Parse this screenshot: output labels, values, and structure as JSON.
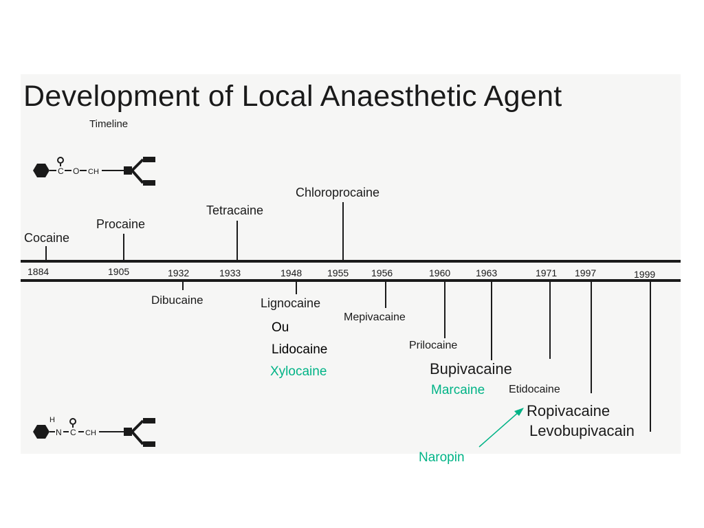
{
  "title": "Development of Local Anaesthetic Agent",
  "subtitle": "Timeline",
  "years": [
    "1884",
    "1905",
    "1932",
    "1933",
    "1948",
    "1955",
    "1956",
    "1960",
    "1963",
    "1971",
    "1997",
    "1999"
  ],
  "above_agents": {
    "cocaine": "Cocaine",
    "procaine": "Procaine",
    "tetracaine": "Tetracaine",
    "chloroprocaine": "Chloroprocaine"
  },
  "below_agents": {
    "dibucaine": "Dibucaine",
    "lignocaine": "Lignocaine",
    "mepivacaine": "Mepivacaine",
    "prilocaine": "Prilocaine",
    "bupivacaine": "Bupivacaine",
    "etidocaine": "Etidocaine",
    "ropivacaine": "Ropivacaine",
    "levobupivacaine": "Levobupivacain"
  },
  "annotations": {
    "ou": "Ou",
    "lidocaine": "Lidocaine",
    "xylocaine": "Xylocaine",
    "marcaine": "Marcaine",
    "naropin": "Naropin"
  },
  "colors": {
    "annotation_black": "#000000",
    "annotation_green": "#00b386",
    "ink": "#1a1a1a"
  },
  "icons": {
    "ester_structure": "ester-linkage-structure-icon",
    "amide_structure": "amide-linkage-structure-icon"
  }
}
